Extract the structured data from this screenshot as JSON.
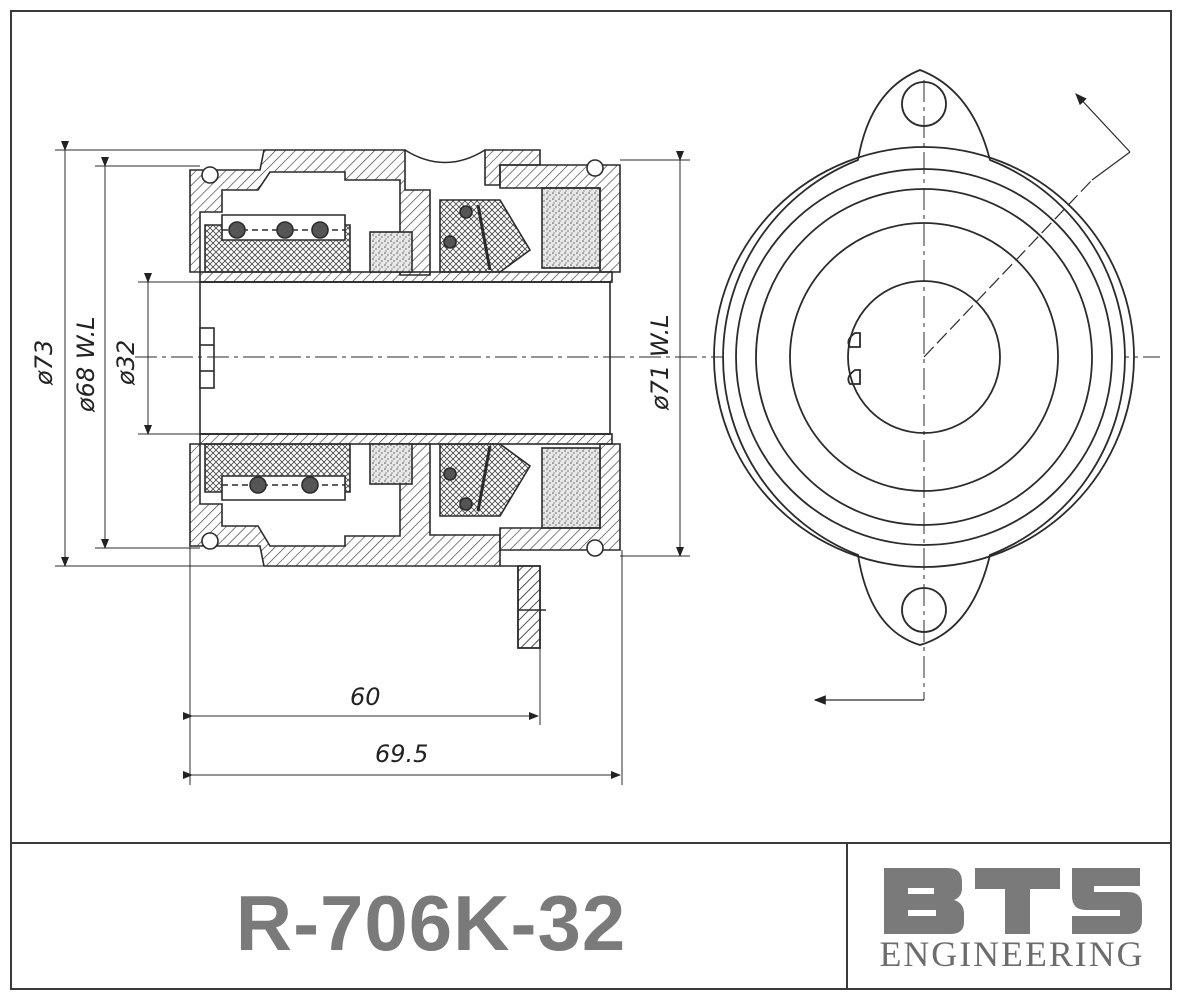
{
  "dimensions": {
    "d73": "ø73",
    "d68": "ø68 W.L",
    "d32": "ø32",
    "d71": "ø71 W.L",
    "len60": "60",
    "len69": "69.5"
  },
  "title_block": {
    "part_number": "R-706K-32",
    "brand": "BTS",
    "brand_subtitle": "ENGINEERING"
  },
  "colors": {
    "line": "#2b2b2b",
    "brand_gray": "#7a7a7a"
  }
}
